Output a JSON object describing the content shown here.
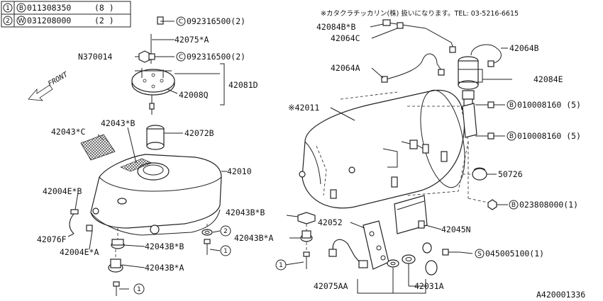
{
  "legend": {
    "rows": [
      {
        "num": "1",
        "sym": "B",
        "part": "011308350",
        "qty": "(8 )"
      },
      {
        "num": "2",
        "sym": "W",
        "part": "031208000",
        "qty": "(2 )"
      }
    ]
  },
  "note": "※カタクラチッカリン(株) 扱いになります。TEL: 03-5216-6615",
  "front_label": "FRONT",
  "diagram_id": "A420001336",
  "callouts": {
    "c092316500_top": {
      "sym": "C",
      "text": "092316500(2)"
    },
    "p42075A": "42075*A",
    "n370014": "N370014",
    "c092316500_mid": {
      "sym": "C",
      "text": "092316500(2)"
    },
    "p42081D": "42081D",
    "p42008Q": "42008Q",
    "p42043C": "42043*C",
    "p42043B": "42043*B",
    "p42072B": "42072B",
    "p42010": "42010",
    "p42004EB": "42004E*B",
    "p42076F": "42076F",
    "p42004EA": "42004E*A",
    "p42043BB_left": "42043B*B",
    "p42043BA_left": "42043B*A",
    "p42043BB_mid": "42043B*B",
    "p42043BA_mid": "42043B*A",
    "p42052": "42052",
    "p42075AA": "42075AA",
    "p42084BB": "42084B*B",
    "p42064C": "42064C",
    "p42064B": "42064B",
    "p42064A": "42064A",
    "p42084E": "42084E",
    "p42011": "※42011",
    "b010008160_a": {
      "sym": "B",
      "text": "010008160 (5)"
    },
    "b010008160_b": {
      "sym": "B",
      "text": "010008160 (5)"
    },
    "p50726": "50726",
    "b023808000": {
      "sym": "B",
      "text": "023808000(1)"
    },
    "p42045N": "42045N",
    "s045005100": {
      "sym": "S",
      "text": "045005100(1)"
    },
    "p42031A": "42031A"
  },
  "ref_circles": {
    "two": "2",
    "one": "1"
  }
}
